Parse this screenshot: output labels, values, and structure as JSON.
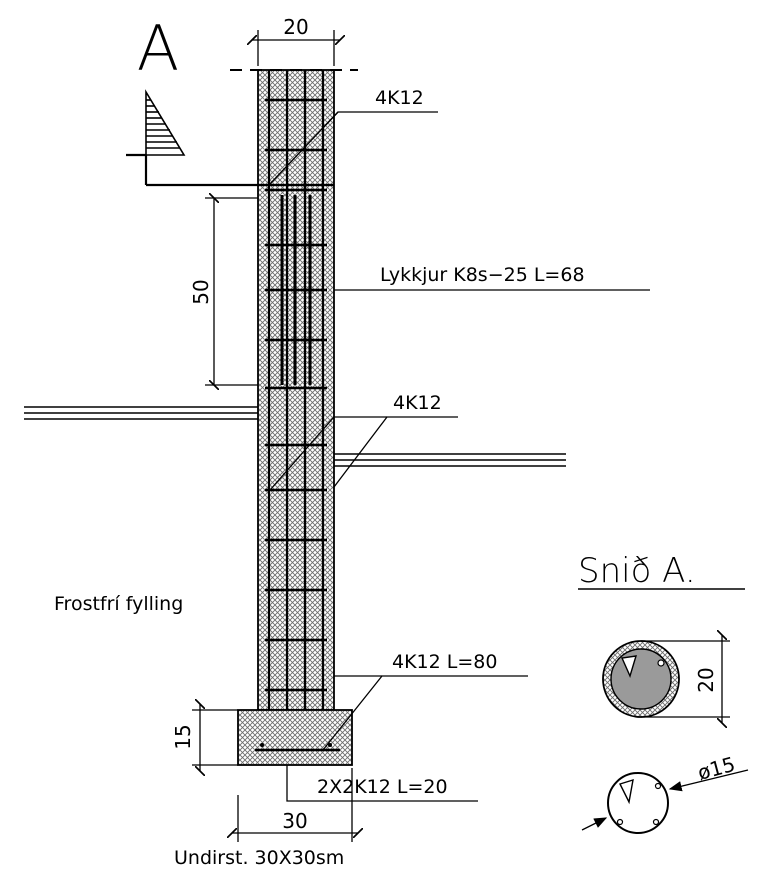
{
  "section_marker": "A",
  "labels": {
    "top_width": "20",
    "top_rebar": "4K12",
    "stirrups": "Lykkjur K8s−25 L=68",
    "height_50": "50",
    "mid_rebar": "4K12",
    "fill": "Frostfrí fylling",
    "bottom_rebar": "4K12 L=80",
    "footing_height": "15",
    "footing_bars": "2X2K12 L=20",
    "footing_width": "30",
    "footing_caption": "Undirst. 30X30sm"
  },
  "section": {
    "title": "Snið A.",
    "height_label": "20",
    "diameter_label": "ø15"
  },
  "colors": {
    "line": "#000000",
    "hatch": "#777777",
    "background": "#ffffff"
  }
}
